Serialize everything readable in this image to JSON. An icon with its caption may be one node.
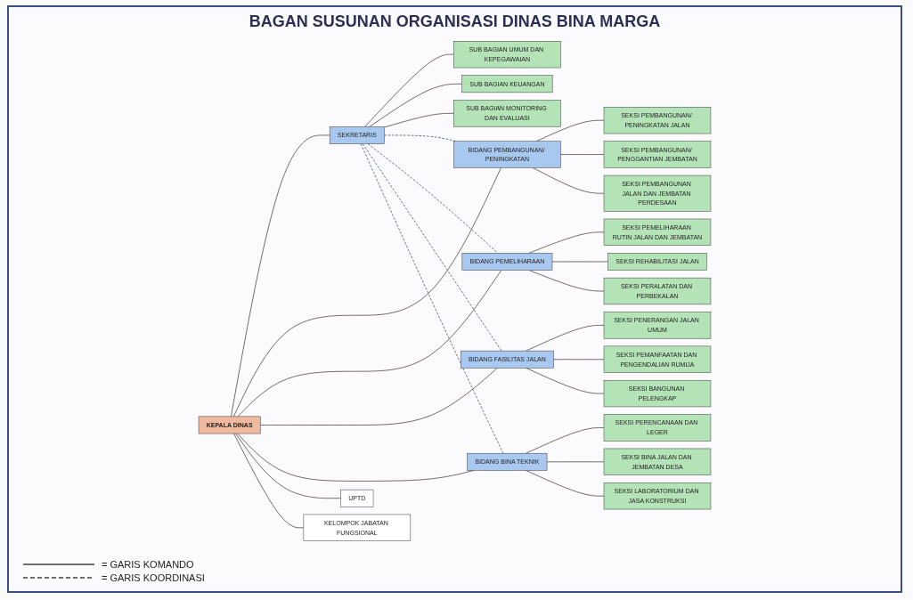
{
  "diagram": {
    "title": "BAGAN SUSUNAN ORGANISASI DINAS BINA MARGA",
    "nodes": [
      {
        "text": [
          "KEPALA DINAS"
        ]
      },
      {
        "text": [
          "KELOMPOK JABATAN FUNGSIONAL"
        ]
      },
      {
        "text": [
          "SEKRETARIS"
        ]
      },
      {
        "text": [
          "SUB BAGIAN UMUM DAN KEPEGAWAIAN"
        ]
      },
      {
        "text": [
          "SUB BAGIAN KEUANGAN"
        ]
      },
      {
        "text": [
          "SUB BAGIAN MONITORING DAN EVALUASI"
        ]
      },
      {
        "text": [
          "BIDANG PEMBANGUNAN/ PENINGKATAN"
        ]
      },
      {
        "text": [
          "BIDANG PEMELIHARAAN"
        ]
      },
      {
        "text": [
          "BIDANG FASILITAS JALAN"
        ]
      },
      {
        "text": [
          "BIDANG BINA TEKNIK"
        ]
      },
      {
        "text": [
          "SEKSI PEMBANGUNAN/ PENINGKATAN JALAN"
        ]
      },
      {
        "text": [
          "SEKSI PEMBANGUNAN/ PENGGANTIAN JEMBATAN"
        ]
      },
      {
        "text": [
          "SEKSI PEMBANGUNAN JALAN DAN JEMBATAN PERDESAAN"
        ]
      },
      {
        "text": [
          "SEKSI PEMELIHARAAN RUTIN JALAN DAN JEMBATAN"
        ]
      },
      {
        "text": [
          "SEKSI REHABILITASI JALAN"
        ]
      },
      {
        "text": [
          "SEKSI PERALATAN DAN PERBEKALAN"
        ]
      },
      {
        "text": [
          "SEKSI PENERANGAN JALAN UMUM"
        ]
      },
      {
        "text": [
          "SEKSI PEMANFAATAN DAN PENGENDALIAN RUMIJA"
        ]
      },
      {
        "text": [
          "SEKSI BANGUNAN PELENGKAP"
        ]
      },
      {
        "text": [
          "SEKSI PERENCANAAN DAN LEGER"
        ]
      },
      {
        "text": [
          "SEKSI BINA JALAN DAN JEMBATAN DESA"
        ]
      },
      {
        "text": [
          "SEKSI LABORATORIUM DAN JASA KONSTRUKSI"
        ]
      },
      {
        "text": [
          "UPTD"
        ]
      }
    ],
    "edges": [
      {
        "from": 0,
        "to": 2,
        "arrow": "none"
      },
      {
        "from": 2,
        "to": 3,
        "arrow": "none"
      },
      {
        "from": 2,
        "to": 4,
        "arrow": "none"
      },
      {
        "from": 2,
        "to": 5,
        "arrow": "none"
      },
      {
        "from": 0,
        "to": 6,
        "arrow": "none"
      },
      {
        "from": 0,
        "to": 7,
        "arrow": "none"
      },
      {
        "from": 0,
        "to": 8,
        "arrow": "none"
      },
      {
        "from": 0,
        "to": 9,
        "arrow": "none"
      },
      {
        "from": 2,
        "to": 6,
        "arrow": "none",
        "style": "dashed"
      },
      {
        "from": 2,
        "to": 7,
        "arrow": "none",
        "style": "dashed"
      },
      {
        "from": 2,
        "to": 8,
        "arrow": "none",
        "style": "dashed"
      },
      {
        "from": 2,
        "to": 9,
        "arrow": "none",
        "style": "dashed"
      },
      {
        "from": 6,
        "to": 10,
        "arrow": "none"
      },
      {
        "from": 6,
        "to": 11,
        "arrow": "none"
      },
      {
        "from": 6,
        "to": 12,
        "arrow": "none"
      },
      {
        "from": 7,
        "to": 13,
        "arrow": "none"
      },
      {
        "from": 7,
        "to": 14,
        "arrow": "none"
      },
      {
        "from": 7,
        "to": 15,
        "arrow": "none"
      },
      {
        "from": 8,
        "to": 16,
        "arrow": "none"
      },
      {
        "from": 8,
        "to": 17,
        "arrow": "none"
      },
      {
        "from": 8,
        "to": 18,
        "arrow": "none"
      },
      {
        "from": 9,
        "to": 19,
        "arrow": "none"
      },
      {
        "from": 9,
        "to": 20,
        "arrow": "none"
      },
      {
        "from": 9,
        "to": 21,
        "arrow": "none"
      },
      {
        "from": 0,
        "to": 22,
        "arrow": "none"
      },
      {
        "from": 0,
        "to": 1,
        "arrow": "none"
      }
    ],
    "legend": [
      {
        "text": "= GARIS KOMANDO"
      },
      {
        "text": "= GARIS KOORDINASI"
      }
    ]
  }
}
